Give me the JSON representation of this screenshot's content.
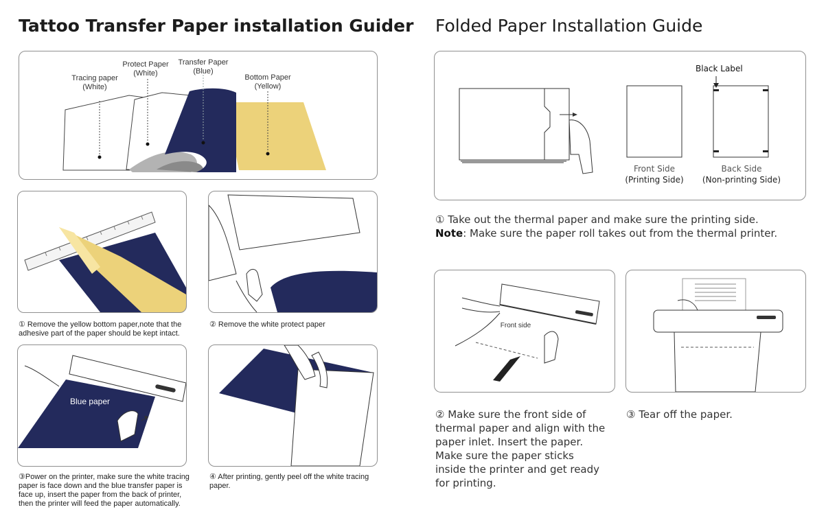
{
  "left": {
    "title": "Tattoo Transfer Paper installation Guider",
    "diagram": {
      "tracing_paper": "Tracing paper",
      "tracing_paper_color": "(White)",
      "protect_paper": "Protect Paper",
      "protect_paper_color": "(White)",
      "transfer_paper": "Transfer Paper",
      "transfer_paper_color": "(Blue)",
      "bottom_paper": "Bottom Paper",
      "bottom_paper_color": "(Yellow)"
    },
    "step1": "① Remove the yellow bottom paper,note that the adhesive part of the paper should be kept intact.",
    "step2": "② Remove the white protect paper",
    "step3": "③Power on the printer, make sure the white tracing paper is face down and the blue transfer paper is face up, insert the paper from the back of printer, then the printer will feed the paper automatically.",
    "step3_image_label": "Blue paper",
    "step4": "④ After printing, gently peel off the white tracing paper."
  },
  "right": {
    "title": "Folded Paper Installation Guide",
    "black_label": "Black Label",
    "front_side": "Front Side",
    "front_side_note": "(Printing Side)",
    "back_side": "Back Side",
    "back_side_note": "(Non-printing Side)",
    "step1": "① Take out the thermal paper and make sure the printing side.",
    "note_label": "Note",
    "note_text": ": Make sure the paper roll takes out from the thermal printer.",
    "step2_image_label": "Front side",
    "step2": "② Make sure the front side of thermal paper and align with the paper inlet. Insert the paper. Make sure the paper sticks inside the printer and get ready for printing.",
    "step3": "③ Tear off the paper."
  },
  "colors": {
    "navy": "#232a5c",
    "yellow": "#ecd27a",
    "gray": "#a9a9a9",
    "border": "#8f8f8f"
  }
}
